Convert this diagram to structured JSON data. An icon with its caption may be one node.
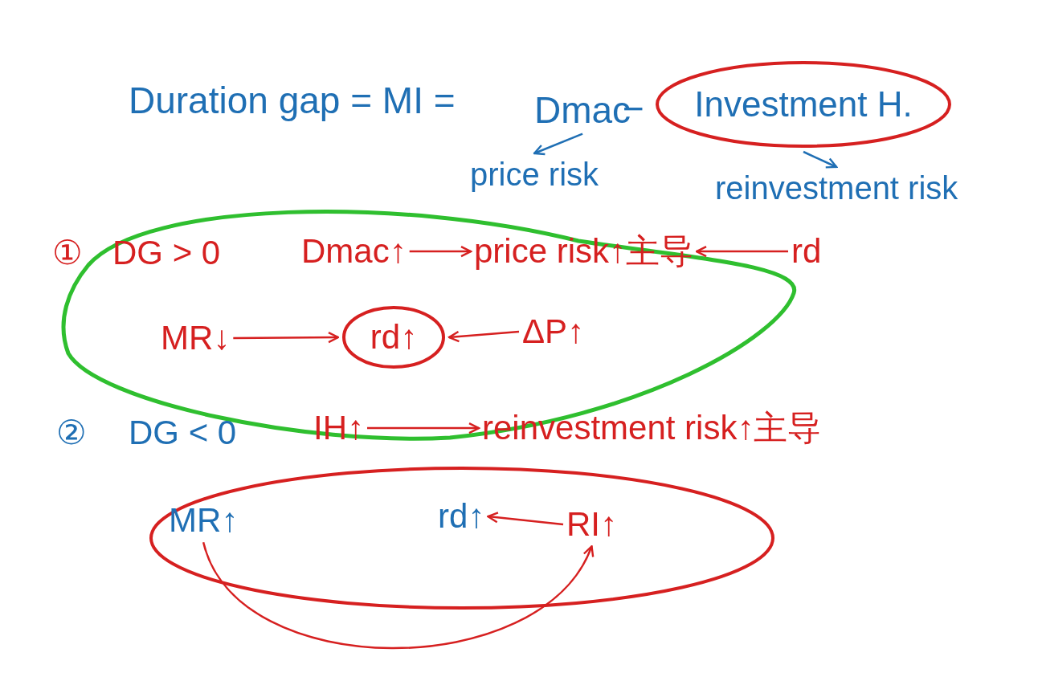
{
  "diagram": {
    "nodes": [
      {
        "text": [
          "Dmac"
        ]
      },
      {
        "text": [
          "price risk"
        ]
      },
      {
        "text": [
          "Investment H."
        ]
      },
      {
        "text": [
          "reinvestment risk"
        ]
      },
      {
        "text": [
          "Dmac↑"
        ]
      },
      {
        "text": [
          "price risk↑主导"
        ]
      },
      {
        "text": [
          "rd"
        ]
      },
      {
        "text": [
          "MR↓"
        ]
      },
      {
        "text": [
          "rd↑"
        ]
      },
      {
        "text": [
          "ΔP↑"
        ]
      },
      {
        "text": [
          "IH↑"
        ]
      },
      {
        "text": [
          "reinvestment risk↑主导"
        ]
      },
      {
        "text": [],
        "shape": "ellipse"
      },
      {
        "text": [
          "MR↑"
        ],
        "in": 12
      },
      {
        "text": [
          "rd↑"
        ],
        "in": 12
      },
      {
        "text": [
          "RI↑"
        ],
        "in": 12
      }
    ],
    "edges": [
      {
        "from": 0,
        "to": 1,
        "arrow": "to",
        "color": "#1f6fb4"
      },
      {
        "from": 2,
        "to": 3,
        "arrow": "to",
        "color": "#1f6fb4"
      },
      {
        "from": 4,
        "to": 5,
        "arrow": "to"
      },
      {
        "from": 6,
        "to": 5,
        "arrow": "to"
      },
      {
        "from": 7,
        "to": 8,
        "arrow": "to"
      },
      {
        "from": 9,
        "to": 8,
        "arrow": "to"
      },
      {
        "from": 10,
        "to": 11,
        "arrow": "to"
      },
      {
        "from": 15,
        "to": 14,
        "arrow": "to"
      },
      {
        "from": 13,
        "to": 15,
        "arrow": "to"
      }
    ],
    "labels": [
      "Duration gap = MI =",
      "−",
      "①",
      "DG > 0",
      "②",
      "DG < 0"
    ]
  }
}
